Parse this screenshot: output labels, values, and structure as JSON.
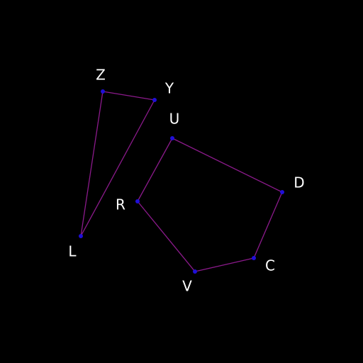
{
  "colors": {
    "background": "#000000",
    "edge": "#8b1a8b",
    "vertex": "#1f0fd8",
    "label": "#ffffff"
  },
  "figures": [
    {
      "name": "triangle",
      "closed": true,
      "vertices": [
        "Z",
        "Y",
        "L"
      ]
    },
    {
      "name": "pentagon",
      "closed": true,
      "vertices": [
        "U",
        "D",
        "C",
        "V",
        "R"
      ]
    }
  ],
  "labels": {
    "Z": "Z",
    "Y": "Y",
    "L": "L",
    "U": "U",
    "D": "D",
    "C": "C",
    "V": "V",
    "R": "R"
  }
}
